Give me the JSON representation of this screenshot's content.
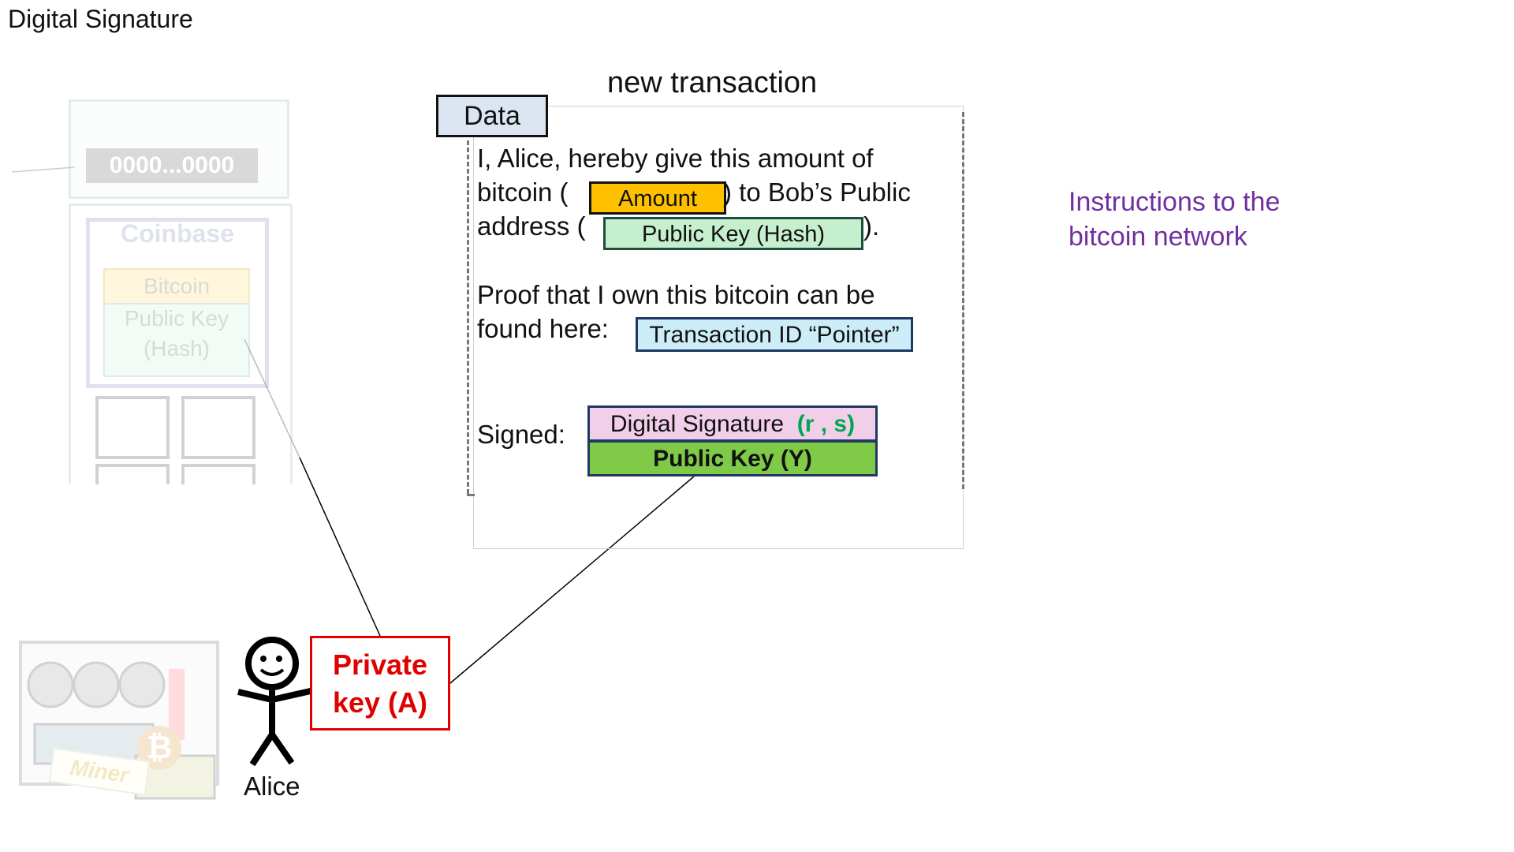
{
  "slide": {
    "title": "Digital Signature"
  },
  "transaction": {
    "heading": "new transaction",
    "data_tab": "Data",
    "line1": "I, Alice, hereby give this amount of",
    "line2_pre": "bitcoin (",
    "amount_label": "Amount",
    "line2_post": ") to Bob’s Public",
    "line3_pre": "address (",
    "pubkey_hash_label": "Public Key (Hash)",
    "line3_post": ").",
    "proof_line1": "Proof that I own this bitcoin can be",
    "proof_line2": "found here:",
    "txid_label": "Transaction ID “Pointer”",
    "signed_label": "Signed:",
    "signature_label": "Digital Signature",
    "signature_rs": "(r , s)",
    "public_key_label": "Public Key (Y)"
  },
  "side_note": {
    "line1": "Instructions to the",
    "line2": "bitcoin network"
  },
  "actor": {
    "name": "Alice",
    "private_key_line1": "Private",
    "private_key_line2": "key (A)"
  },
  "background_block": {
    "hash": "0000...0000",
    "coinbase": "Coinbase",
    "bitcoin": "Bitcoin",
    "public_key_line1": "Public Key",
    "public_key_line2": "(Hash)"
  },
  "miner": {
    "label": "Miner",
    "icon": "bitcoin-icon"
  },
  "colors": {
    "amount": "#ffc000",
    "public_key_hash": "#c6efce",
    "transaction_id": "#ccecf7",
    "signature": "#f2cfe9",
    "public_key": "#7fcb47",
    "private_key": "#e00000",
    "instructions": "#7030a0",
    "data_tab": "#dce6f2"
  }
}
